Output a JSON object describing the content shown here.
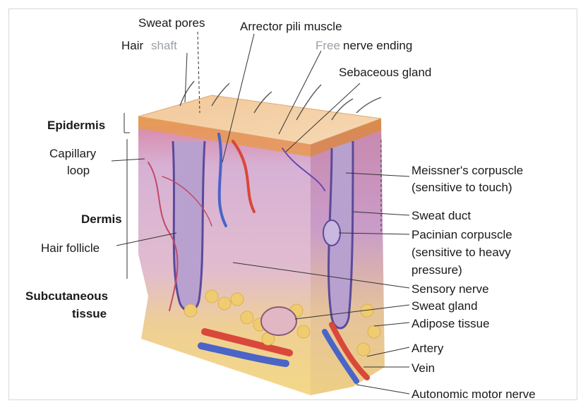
{
  "labels": {
    "sweat_pores": "Sweat pores",
    "hair_shaft_a": "Hair",
    "hair_shaft_b": "shaft",
    "arrector_pili": "Arrector pili muscle",
    "free_nerve_a": "Free",
    "free_nerve_b": "nerve ending",
    "sebaceous_gland": "Sebaceous gland",
    "epidermis": "Epidermis",
    "capillary_loop_1": "Capillary",
    "capillary_loop_2": "loop",
    "dermis": "Dermis",
    "hair_follicle": "Hair follicle",
    "subcutaneous_1": "Subcutaneous",
    "subcutaneous_2": "tissue",
    "meissner_1": "Meissner's corpuscle",
    "meissner_2": "(sensitive to touch)",
    "sweat_duct": "Sweat duct",
    "pacinian_1": "Pacinian corpuscle",
    "pacinian_2": "(sensitive to heavy",
    "pacinian_3": "pressure)",
    "sensory_nerve": "Sensory nerve",
    "sweat_gland": "Sweat gland",
    "adipose_tissue": "Adipose tissue",
    "artery": "Artery",
    "vein": "Vein",
    "autonomic_motor_nerve": "Autonomic motor nerve"
  },
  "colors": {
    "epidermis_top": "#e9a25a",
    "dermis": "#d9b3d6",
    "dermis_side": "#caa0cc",
    "subcutaneous": "#f2d27e",
    "artery": "#d9483a",
    "vein": "#4a64c8",
    "hair": "#6f4aa8"
  }
}
